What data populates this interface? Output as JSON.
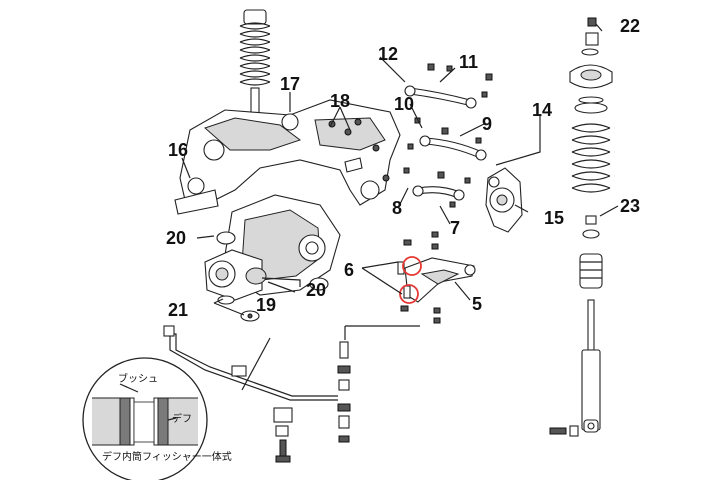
{
  "callouts": {
    "n5": "5",
    "n6": "6",
    "n7": "7",
    "n8": "8",
    "n9": "9",
    "n10": "10",
    "n11": "11",
    "n12": "12",
    "n14": "14",
    "n15": "15",
    "n16": "16",
    "n17": "17",
    "n18": "18",
    "n19": "19",
    "n20a": "20",
    "n20b": "20",
    "n21": "21",
    "n22": "22",
    "n23": "23"
  },
  "inset": {
    "bush_label": "ブッシュ",
    "diff_label": "デフ",
    "caption": "デフ内筒フィッシャー一体式"
  },
  "colors": {
    "highlight": "#e53935",
    "line": "#222222"
  }
}
